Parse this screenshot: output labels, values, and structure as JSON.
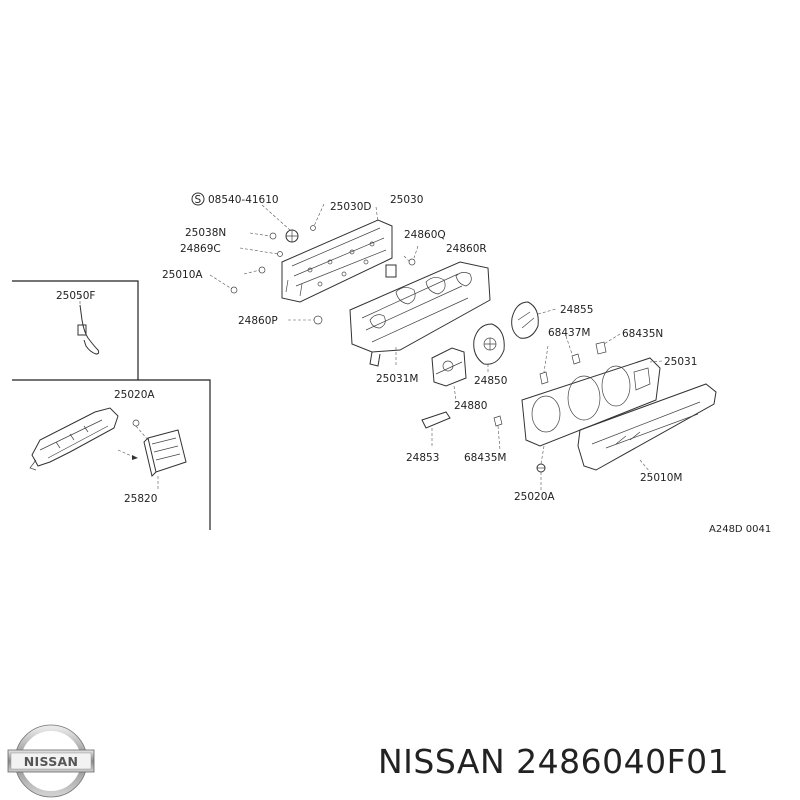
{
  "parts": [
    {
      "id": "p08540",
      "text": "08540-41610",
      "prefix": "S"
    },
    {
      "id": "p25030D",
      "text": "25030D"
    },
    {
      "id": "p25030",
      "text": "25030"
    },
    {
      "id": "p25038N",
      "text": "25038N"
    },
    {
      "id": "p24860Q",
      "text": "24860Q"
    },
    {
      "id": "p24869C",
      "text": "24869C"
    },
    {
      "id": "p24860R",
      "text": "24860R"
    },
    {
      "id": "p25010A",
      "text": "25010A"
    },
    {
      "id": "p25050F",
      "text": "25050F"
    },
    {
      "id": "p24860P",
      "text": "24860P"
    },
    {
      "id": "p24855",
      "text": "24855"
    },
    {
      "id": "p68437M",
      "text": "68437M"
    },
    {
      "id": "p68435N",
      "text": "68435N"
    },
    {
      "id": "p25031",
      "text": "25031"
    },
    {
      "id": "p25031M",
      "text": "25031M"
    },
    {
      "id": "p24850",
      "text": "24850"
    },
    {
      "id": "p25020A_top",
      "text": "25020A"
    },
    {
      "id": "p24880",
      "text": "24880"
    },
    {
      "id": "p24853",
      "text": "24853"
    },
    {
      "id": "p68435M",
      "text": "68435M"
    },
    {
      "id": "p25010M",
      "text": "25010M"
    },
    {
      "id": "p25020A_bot",
      "text": "25020A"
    },
    {
      "id": "p25820",
      "text": "25820"
    }
  ],
  "diagram_code": "A248D 0041",
  "brand": {
    "logo_text": "NISSAN",
    "part_number_text": "NISSAN 2486040F01"
  }
}
